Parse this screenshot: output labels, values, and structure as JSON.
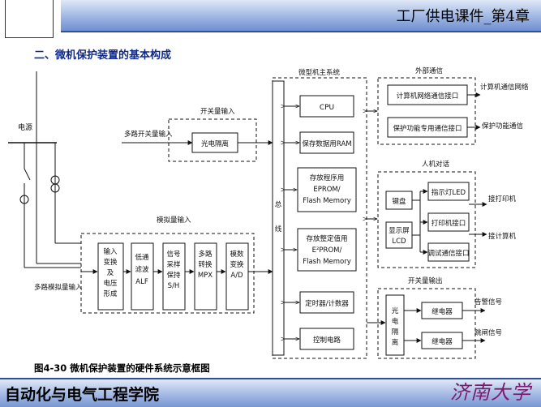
{
  "header": {
    "course_title": "工厂供电课件_第4章"
  },
  "section_title": "二、微机保护装置的基本构成",
  "footer": {
    "college": "自动化与电气工程学院",
    "university_logo": "济南大学"
  },
  "figure_caption": "图4-30  微机保护装置的硬件系统示意框图",
  "diagram": {
    "power_label": "电源",
    "mcu_label": "微型机主系统",
    "comm_label": "外部通信",
    "hmi_label": "人机对话",
    "bus_label": "总线",
    "switch_in_label": "开关量输入",
    "switch_in_source": "多路开关量输入",
    "opto": "光电隔离",
    "analog_in_label": "模拟量输入",
    "analog_in_source": "多路模拟量输入",
    "analog_stages": [
      "输入变换及电压形成",
      "低通滤波ALF",
      "信号采样保持S/H",
      "多路转换MPX",
      "模数变换A/D"
    ],
    "mcu_blocks": [
      "CPU",
      "保存数据用RAM",
      "存放程序用EPROM/Flash Memory",
      "存放整定值用E²PROM/Flash Memory",
      "定时器/计数器",
      "控制电路"
    ],
    "comm_blocks": [
      "计算机网络通信接口",
      "保护功能专用通信接口"
    ],
    "comm_outputs": [
      "计算机通信网络",
      "保护功能通信"
    ],
    "hmi_left": [
      "键盘",
      "显示屏LCD"
    ],
    "hmi_blocks": [
      "指示灯LED",
      "打印机接口",
      "调试通信接口"
    ],
    "hmi_outputs": [
      "接打印机",
      "接计算机"
    ],
    "switch_out_label": "开关量输出",
    "switch_out_opto": "光电隔离",
    "relays": [
      "继电器",
      "继电器"
    ],
    "relay_outputs": [
      "告警信号",
      "跳闸信号"
    ]
  }
}
